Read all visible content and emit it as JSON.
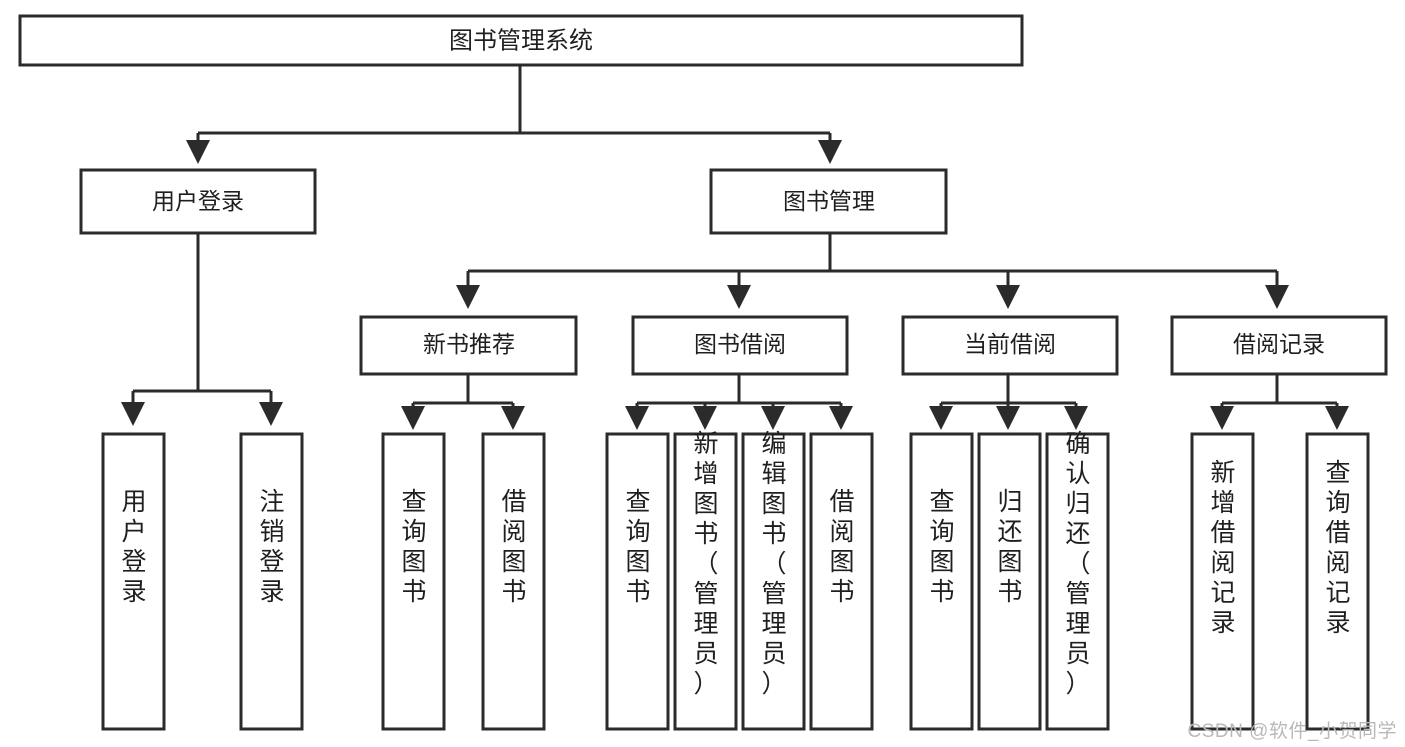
{
  "diagram": {
    "type": "tree-hierarchy-diagram",
    "title": "图书管理系统",
    "background_color": "#ffffff",
    "line_color": "#2b2b2b",
    "text_color": "#1f1f1f",
    "box_fill": "#ffffff"
  },
  "nodes": {
    "root": {
      "label": "图书管理系统",
      "level": 0
    },
    "level1": [
      {
        "id": "user-login",
        "label": "用户登录"
      },
      {
        "id": "book-management",
        "label": "图书管理"
      }
    ],
    "level2": [
      {
        "id": "new-book-recommend",
        "label": "新书推荐",
        "parent": "book-management"
      },
      {
        "id": "book-borrow",
        "label": "图书借阅",
        "parent": "book-management"
      },
      {
        "id": "current-borrow",
        "label": "当前借阅",
        "parent": "book-management"
      },
      {
        "id": "borrow-record",
        "label": "借阅记录",
        "parent": "book-management"
      }
    ],
    "leaves": [
      {
        "id": "leaf-user-login",
        "label": "用户登录",
        "parent": "user-login"
      },
      {
        "id": "leaf-logout",
        "label": "注销登录",
        "parent": "user-login"
      },
      {
        "id": "leaf-query-book-1",
        "label": "查询图书",
        "parent": "new-book-recommend"
      },
      {
        "id": "leaf-borrow-book-1",
        "label": "借阅图书",
        "parent": "new-book-recommend"
      },
      {
        "id": "leaf-query-book-2",
        "label": "查询图书",
        "parent": "book-borrow"
      },
      {
        "id": "leaf-add-book",
        "label": "新增图书（管理员）",
        "parent": "book-borrow"
      },
      {
        "id": "leaf-edit-book",
        "label": "编辑图书（管理员）",
        "parent": "book-borrow"
      },
      {
        "id": "leaf-borrow-book-2",
        "label": "借阅图书",
        "parent": "book-borrow"
      },
      {
        "id": "leaf-query-book-3",
        "label": "查询图书",
        "parent": "current-borrow"
      },
      {
        "id": "leaf-return-book",
        "label": "归还图书",
        "parent": "current-borrow"
      },
      {
        "id": "leaf-confirm-return",
        "label": "确认归还（管理员）",
        "parent": "current-borrow"
      },
      {
        "id": "leaf-add-record",
        "label": "新增借阅记录",
        "parent": "borrow-record"
      },
      {
        "id": "leaf-query-record",
        "label": "查询借阅记录",
        "parent": "borrow-record"
      }
    ]
  },
  "watermark": {
    "text": "CSDN @软件_小贺同学"
  }
}
